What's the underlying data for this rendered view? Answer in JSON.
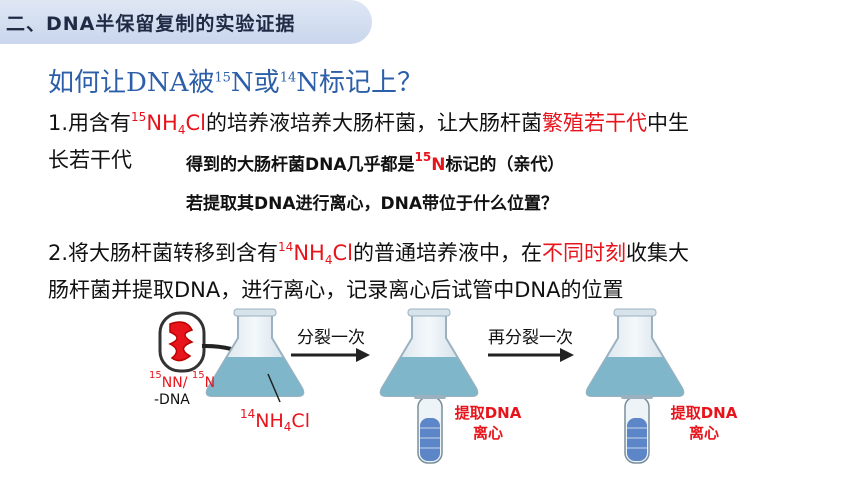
{
  "header": {
    "title": "二、DNA半保留复制的实验证据"
  },
  "question": {
    "prefix": "如何让DNA被",
    "iso1": "15",
    "mid": "N或",
    "iso2": "14",
    "suffix": "N标记上？"
  },
  "step1": {
    "lead": "1.用含有",
    "iso": "15",
    "chem": "NH",
    "sub": "4",
    "cl": "Cl",
    "rest": "的培养液培养大肠杆菌，让大肠杆菌",
    "highlight": "繁殖若干代",
    "tail": "中生",
    "line2": "长若干代"
  },
  "note1": {
    "prefix": "得到的大肠杆菌DNA几乎都是",
    "iso": "15",
    "el": "N",
    "suffix": "标记的（亲代）"
  },
  "note2": {
    "text": "若提取其DNA进行离心，DNA带位于什么位置？"
  },
  "step2": {
    "lead": "2.将大肠杆菌转移到含有",
    "iso": "14",
    "chem": "NH",
    "sub": "4",
    "cl": "Cl",
    "rest": "的普通培养液中，在",
    "highlight": "不同时刻",
    "tail": "收集大",
    "line2": "肠杆菌并提取DNA，进行离心，记录离心后试管中DNA的位置"
  },
  "diagram": {
    "cell_label_iso1": "15",
    "cell_label_mid": "N/ ",
    "cell_label_iso2": "15",
    "cell_label_el": "N",
    "cell_label_line2": "-DNA",
    "medium_iso": "14",
    "medium_chem": "NH",
    "medium_sub": "4",
    "medium_cl": "Cl",
    "arrow1": "分裂一次",
    "arrow2": "再分裂一次",
    "extract1_line1": "提取DNA",
    "extract1_line2": "离心",
    "extract2_line1": "提取DNA",
    "extract2_line2": "离心"
  },
  "colors": {
    "red": "#e8141c",
    "blue_title": "#2d5fa8",
    "liquid": "#7fb6c9"
  }
}
